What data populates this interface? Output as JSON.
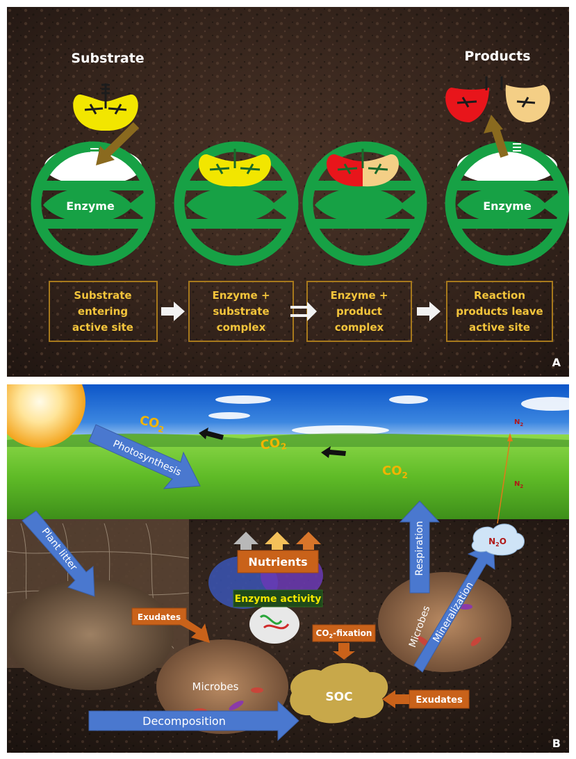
{
  "panel_a": {
    "substrate_label": "Substrate",
    "products_label": "Products",
    "enzyme_label_1": "Enzyme",
    "enzyme_label_2": "Enzyme",
    "steps": [
      {
        "line1": "Substrate",
        "line2": "entering",
        "line3": "active site"
      },
      {
        "line1": "Enzyme +",
        "line2": "substrate",
        "line3": "complex"
      },
      {
        "line1": "Enzyme +",
        "line2": "product",
        "line3": "complex"
      },
      {
        "line1": "Reaction",
        "line2": "products leave",
        "line3": "active site"
      }
    ],
    "panel_letter": "A"
  },
  "panel_b": {
    "co2_1": "CO",
    "co2_2": "CO",
    "co2_3": "CO",
    "co2_sub": "2",
    "photosynthesis": "Photosynthesis",
    "plant_litter": "Plant litter",
    "nutrients": "Nutrients",
    "enzyme_activity": "Enzyme activity",
    "exudates_1": "Exudates",
    "exudates_2": "Exudates",
    "co2_fixation": "CO",
    "co2_fixation_sub": "2",
    "co2_fixation_rest": "-fixation",
    "microbes_1": "Microbes",
    "microbes_2": "Microbes",
    "soc": "SOC",
    "decomposition": "Decomposition",
    "respiration": "Respiration",
    "mineralization": "Mineralization",
    "n2_top": "N",
    "n2_mid": "N",
    "n_sub": "2",
    "n2o": "N",
    "n2o_sub": "2",
    "n2o_rest": "O",
    "panel_letter": "B"
  },
  "colors": {
    "enzyme_green": "#17a145",
    "substrate_yellow": "#f2e600",
    "product_red": "#e8151b",
    "product_tan": "#f4cf86",
    "label_box_border": "#a7791c",
    "label_text": "#f3c43b",
    "blue_arrow": "#4a78cf",
    "orange_box": "#c9621a",
    "co2_yellow": "#f2b400"
  }
}
